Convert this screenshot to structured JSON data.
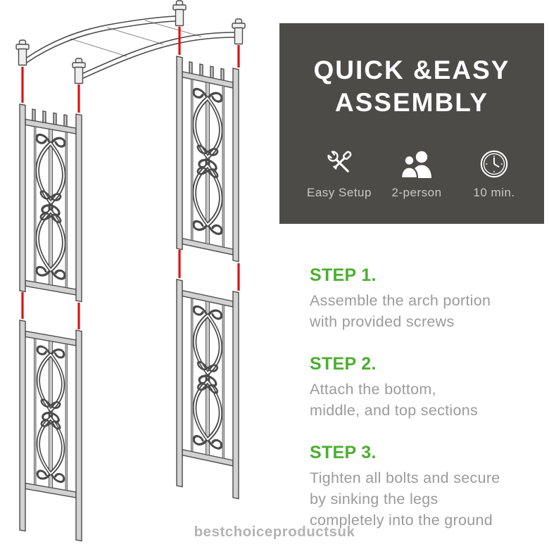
{
  "watermark": {
    "text": "bestchoiceproductsuk"
  },
  "assembly_panel": {
    "title_lines": [
      "QUICK &EASY",
      "ASSEMBLY"
    ],
    "features": [
      {
        "icon": "crossed-tools-icon",
        "label": "Easy Setup"
      },
      {
        "icon": "two-person-icon",
        "label": "2-person"
      },
      {
        "icon": "clock-icon",
        "label": "10 min."
      }
    ]
  },
  "steps": [
    {
      "heading": "STEP 1.",
      "lines": [
        "Assemble the arch portion",
        "with provided screws"
      ]
    },
    {
      "heading": "STEP 2.",
      "lines": [
        "Attach the bottom,",
        "middle, and top sections"
      ]
    },
    {
      "heading": "STEP 3.",
      "lines": [
        "Tighten all bolts and secure",
        "by sinking the legs",
        "completely into the ground"
      ]
    }
  ],
  "illustration": {
    "name": "garden-arch-exploded-assembly-diagram"
  },
  "colors": {
    "panel_background": "#4d4b48",
    "step_heading_green": "#4bae2f",
    "step_body_gray": "#9b9b9b",
    "connector_red": "#e01212",
    "line_art_gray": "#4a4a4a",
    "watermark_gray": "#b3b3b3"
  }
}
